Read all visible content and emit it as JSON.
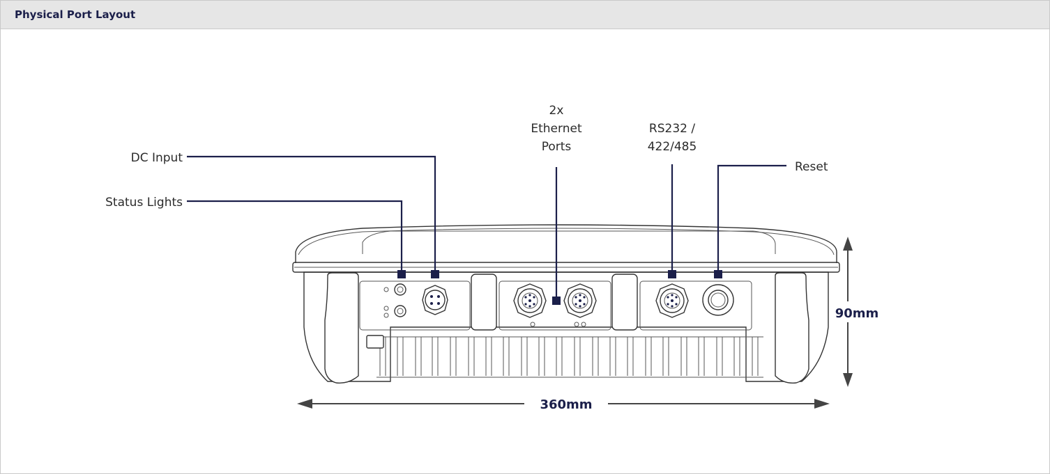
{
  "panel": {
    "title": "Physical Port Layout"
  },
  "callouts": {
    "dc_input": "DC Input",
    "status_lights": "Status Lights",
    "ethernet_line1": "2x",
    "ethernet_line2": "Ethernet",
    "ethernet_line3": "Ports",
    "serial_line1": "RS232 /",
    "serial_line2": "422/485",
    "reset": "Reset"
  },
  "dimensions": {
    "width": "360mm",
    "height": "90mm"
  },
  "colors": {
    "accent": "#1b1f4a",
    "header_bg": "#e6e6e6"
  }
}
